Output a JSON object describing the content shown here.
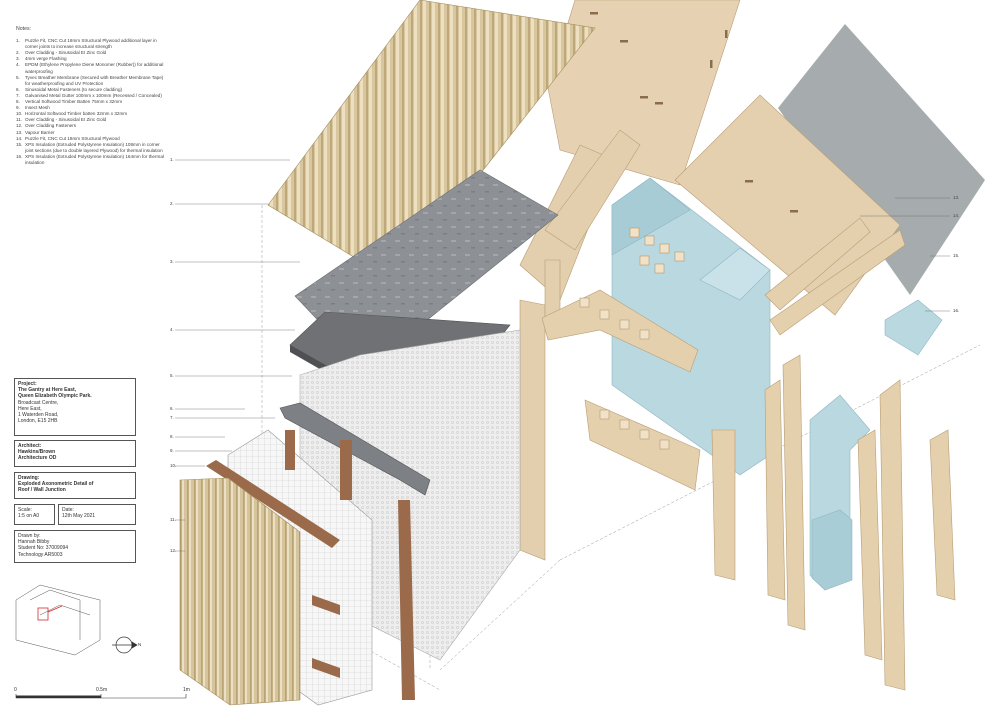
{
  "notes": {
    "heading": "Notes:",
    "items": [
      {
        "n": "1.",
        "text": "Puzzle Fit, CNC Cut 18mm Structural Plywood additional layer in corner joints to increase structural strength"
      },
      {
        "n": "2.",
        "text": "Over Cladding - Sinusoidal EI Zinc Gold"
      },
      {
        "n": "3.",
        "text": "4mm verge Flashing"
      },
      {
        "n": "4.",
        "text": "EPDM (Ethylene Propylene Diene Monomer (Rubber)) for additional waterproofing"
      },
      {
        "n": "5.",
        "text": "Tyvec Breather Membrane (Secured with Breather Membrane Tape) for weatherproofing and UV Protection"
      },
      {
        "n": "6.",
        "text": "Sinusoidal Metal Fasteners (to secure cladding)"
      },
      {
        "n": "7.",
        "text": "Galvanised Metal Gutter 100mm x 100mm (Recessed / Concealed)"
      },
      {
        "n": "8.",
        "text": "Vertical Softwood Timber Batten 75mm x 32mm"
      },
      {
        "n": "9.",
        "text": "Insect Mesh"
      },
      {
        "n": "10.",
        "text": "Horizontal Softwood Timber batten 32mm x 32mm"
      },
      {
        "n": "11.",
        "text": "Over Cladding - Sinusoidal EI Zinc Gold"
      },
      {
        "n": "12.",
        "text": "Over Cladding Fasteners"
      },
      {
        "n": "13.",
        "text": "Vapour Barrier"
      },
      {
        "n": "14.",
        "text": "Puzzle Fit, CNC Cut 18mm Structural Plywood"
      },
      {
        "n": "15.",
        "text": "XPS Insulation (Extruded Polystyrene Insulation) 108mm in corner joint sections (due to double layered Plywood) for thermal insulation"
      },
      {
        "n": "16.",
        "text": "XPS Insulation (Extruded Polystyrene Insulation) 164mm for thermal insulation"
      }
    ]
  },
  "title_block": {
    "project_label": "Project:",
    "project_name_1": "The Gantry at Here East,",
    "project_name_2": "Queen Elizabeth Olympic Park.",
    "address": [
      "Broadcast Centre,",
      "Here East,",
      "1 Waterden Road,",
      "London, E15 2HB"
    ],
    "architect_label": "Architect:",
    "architect_1": "Hawkins/Brown",
    "architect_2": "Architecture OD",
    "drawing_label": "Drawing:",
    "drawing_1": "Exploded Axonometric Detail of",
    "drawing_2": "Roof / Wall Junction",
    "scale_label": "Scale:",
    "scale_value": "1:5 on A0",
    "date_label": "Date:",
    "date_value": "12th May 2021",
    "drawn_by_label": "Drawn by:",
    "drawn_by_name": "Hannah Bibby",
    "student_no": "Student No: 37009094",
    "module": "Technology AR5003"
  },
  "callouts": {
    "left": [
      "1.",
      "2.",
      "3.",
      "4.",
      "5.",
      "6.",
      "7.",
      "8.",
      "9.",
      "10.",
      "11.",
      "12."
    ],
    "right": [
      "13.",
      "14.",
      "15.",
      "16."
    ]
  },
  "scale_bar": {
    "zero": "0",
    "half": "0.5m",
    "one": "1m"
  },
  "north": {
    "label": "N"
  },
  "colors": {
    "plywood": "#e6d2b3",
    "zinc_gold": "#d8c69e",
    "zinc_gray": "#8a8d90",
    "epdm": "#6f7174",
    "xps": "#b9d8e0",
    "vapour": "#a6acad",
    "timber": "#9a6a4a",
    "mesh": "#e6e6e6"
  }
}
